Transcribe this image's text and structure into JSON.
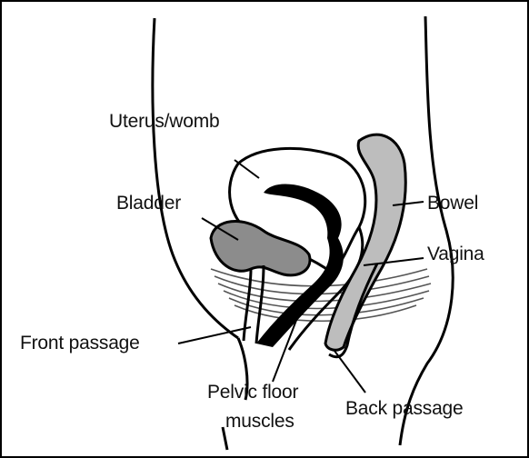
{
  "diagram": {
    "colors": {
      "line": "#000000",
      "organ_fill": "#8c8c8c",
      "light_fill": "#bdbdbd",
      "bg": "#ffffff"
    },
    "labels": {
      "uterus": "Uterus/womb",
      "bladder": "Bladder",
      "bowel": "Bowel",
      "vagina": "Vagina",
      "front_passage": "Front passage",
      "pelvic_floor_line1": "Pelvic floor",
      "pelvic_floor_line2": "muscles",
      "back_passage": "Back passage"
    }
  }
}
